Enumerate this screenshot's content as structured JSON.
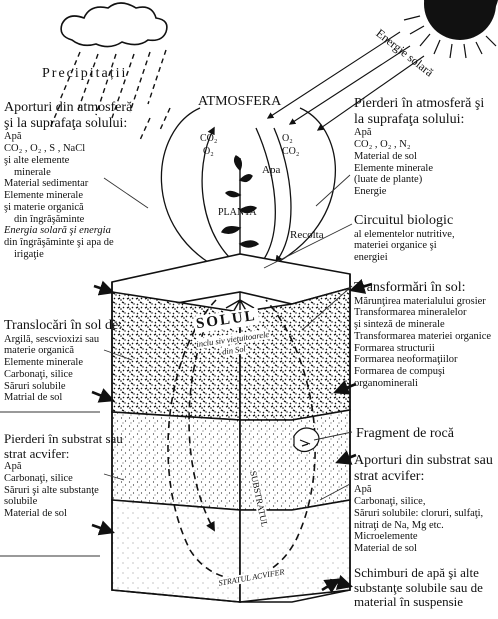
{
  "labels": {
    "precipitatii": "Precipitații",
    "atmosfera": "ATMOSFERA",
    "energie_solara": "Energie solară",
    "planta": "PLANTA",
    "recolta": "Recolta",
    "apa_center": "Apa",
    "co2_left": "CO₂",
    "o2_left": "O₂",
    "o2_right": "O₂",
    "co2_right": "CO₂",
    "solul": "SOLUL",
    "solul_sub1": "inclu siv vieţuitoarele",
    "solul_sub2": "din Sol",
    "substratul": "SUBSTRATUL",
    "stratul_acvifer": "STRATUL ACVIFER"
  },
  "boxes": {
    "aporturi_atmosfera": {
      "title": "Aporturi din atmos­feră şi la suprafaţa solului:",
      "items": [
        "Apă",
        "CO₂ , O₂ , S , NaCl",
        "şi alte elemente",
        "minerale",
        "Material sedimentar",
        "Elemente minerale",
        "şi materie organică",
        "din îngrăşăminte",
        "Energia solară şi energia",
        "din îngrăşăminte şi apa de",
        "irigaţie"
      ]
    },
    "pierderi_atmosfera": {
      "title": "Pierderi în atmosferă şi la suprafaţa solului:",
      "items": [
        "Apă",
        "CO₂ , O₂ , N₂",
        "Material de sol",
        "Elemente minerale",
        "(luate de plante)",
        "Energie"
      ]
    },
    "circuitul_biologic": {
      "title": "Circuitul biologic",
      "items": [
        "al elementelor nutritive,",
        "materiei organice şi",
        "energiei"
      ]
    },
    "transformari_sol": {
      "title": "Transformări în sol:",
      "items": [
        "Mărunţirea materialului grosier",
        "Transformarea mineralelor",
        "şi sinteză de minerale",
        "Transformarea materiei organice",
        "Formarea structurii",
        "Formarea neoformaţiilor",
        "Formarea de compuşi",
        "organominerali"
      ]
    },
    "translocari_sol": {
      "title": "Translocări în sol de:",
      "items": [
        "Argilă, sescvioxizi sau",
        "materie organică",
        "Elemente minerale",
        "Carbonaţi, silice",
        "Săruri solubile",
        "Matrial de sol"
      ]
    },
    "fragment_roca": {
      "title": "Fragment de rocă"
    },
    "pierderi_substrat": {
      "title": "Pierderi în substrat sau strat acvifer:",
      "items": [
        "Apă",
        "Carbonaţi, silice",
        "Săruri şi alte substanţe",
        "solubile",
        "Material de sol"
      ]
    },
    "aporturi_substrat": {
      "title": "Aporturi din substrat sau strat acvifer:",
      "items": [
        "Apă",
        "Carbonaţi, silice,",
        "Săruri solubile: cloruri, sulfaţi,",
        "nitraţi de Na, Mg etc.",
        "Microelemente",
        "Material de sol"
      ]
    },
    "schimburi": {
      "title": "Schimburi de apă şi alte substanţe solubile sau de material în suspensie"
    }
  }
}
